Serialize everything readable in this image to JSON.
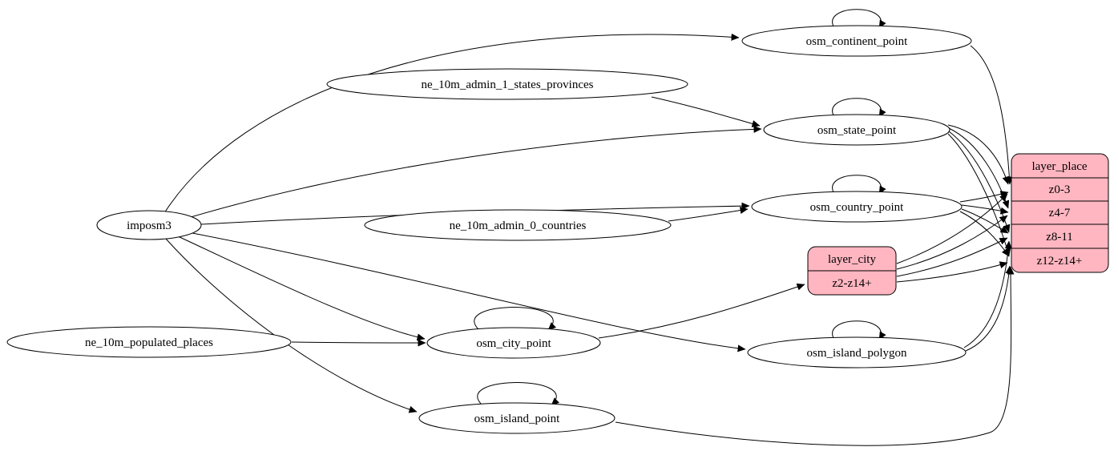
{
  "diagram": {
    "colors": {
      "record_fill": "#ffb6c1",
      "node_fill": "#ffffff",
      "stroke": "#000000",
      "background": "#ffffff"
    },
    "nodes": {
      "imposm3": {
        "label": "imposm3"
      },
      "ne_10m_admin_1_states_provinces": {
        "label": "ne_10m_admin_1_states_provinces"
      },
      "ne_10m_admin_0_countries": {
        "label": "ne_10m_admin_0_countries"
      },
      "ne_10m_populated_places": {
        "label": "ne_10m_populated_places"
      },
      "osm_continent_point": {
        "label": "osm_continent_point"
      },
      "osm_state_point": {
        "label": "osm_state_point"
      },
      "osm_country_point": {
        "label": "osm_country_point"
      },
      "osm_city_point": {
        "label": "osm_city_point"
      },
      "osm_island_polygon": {
        "label": "osm_island_polygon"
      },
      "osm_island_point": {
        "label": "osm_island_point"
      }
    },
    "records": {
      "layer_place": {
        "title": "layer_place",
        "rows": [
          "z0-3",
          "z4-7",
          "z8-11",
          "z12-z14+"
        ]
      },
      "layer_city": {
        "title": "layer_city",
        "rows": [
          "z2-z14+"
        ]
      }
    }
  }
}
